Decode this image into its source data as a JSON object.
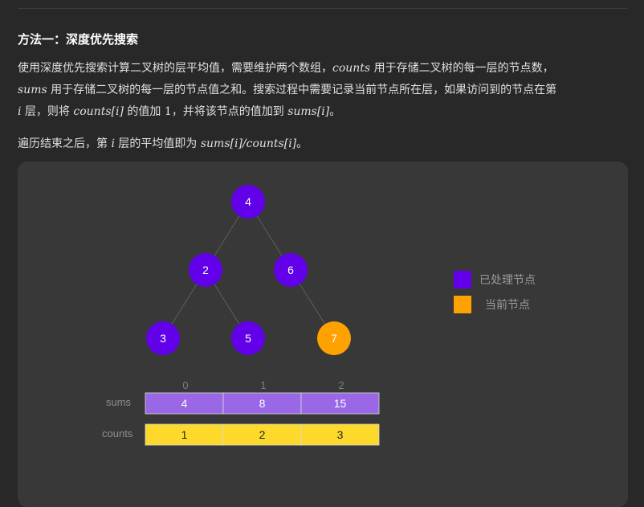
{
  "heading": "方法一：深度优先搜索",
  "p1": {
    "l1a": "使用深度优先搜索计算二叉树的层平均值，需要维护两个数组，",
    "counts": "counts",
    "l1b": "用于存储二叉树的每一层的节点数，",
    "sums": "sums",
    "l2a": "用于存储二叉树的每一层的节点值之和。搜索过程中需要记录当前节点所在层，如果访问到的节点在第",
    "i": "i",
    "l3a": "层，则将",
    "countsi": "counts[i]",
    "l3b": "的值加",
    "one": "1",
    "l3c": "，并将该节点的值加到",
    "sumsi": "sums[i]",
    "l3d": "。"
  },
  "p2": {
    "a": "遍历结束之后，第",
    "i": "i",
    "b": "层的平均值即为",
    "formula": "sums[i]/counts[i]",
    "c": "。"
  },
  "colors": {
    "processed": "#6200ea",
    "current": "#ffa200",
    "sums_cell": "#9a68e6",
    "counts_cell": "#fdd92b"
  },
  "tree": {
    "nodes": [
      {
        "label": "4",
        "state": "processed"
      },
      {
        "label": "2",
        "state": "processed"
      },
      {
        "label": "6",
        "state": "processed"
      },
      {
        "label": "3",
        "state": "processed"
      },
      {
        "label": "5",
        "state": "processed"
      },
      {
        "label": "7",
        "state": "current"
      }
    ],
    "edges": [
      [
        0,
        1
      ],
      [
        0,
        2
      ],
      [
        1,
        3
      ],
      [
        1,
        4
      ],
      [
        2,
        5
      ]
    ]
  },
  "legend": {
    "processed": "已处理节点",
    "current": "当前节点"
  },
  "arrays": {
    "indices": [
      "0",
      "1",
      "2"
    ],
    "sums_label": "sums",
    "sums": [
      "4",
      "8",
      "15"
    ],
    "counts_label": "counts",
    "counts": [
      "1",
      "2",
      "3"
    ]
  }
}
